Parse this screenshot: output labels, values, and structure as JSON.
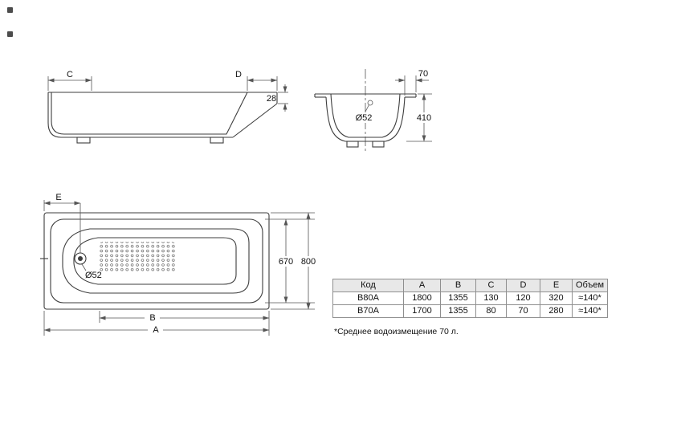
{
  "side_view": {
    "label_c": "C",
    "label_d": "D",
    "label_rim_height": "28"
  },
  "end_view": {
    "label_rim_width": "70",
    "label_height": "410",
    "label_drain": "Ø52"
  },
  "top_view": {
    "label_e": "E",
    "label_drain": "Ø52",
    "label_inner_width": "670",
    "label_outer_width": "800",
    "label_b": "B",
    "label_a": "A"
  },
  "table": {
    "headers": [
      "Код",
      "A",
      "B",
      "C",
      "D",
      "E",
      "Объем"
    ],
    "rows": [
      {
        "code": "B80A",
        "a": "1800",
        "b": "1355",
        "c": "130",
        "d": "120",
        "e": "320",
        "volume": "≈140*"
      },
      {
        "code": "B70A",
        "a": "1700",
        "b": "1355",
        "c": "80",
        "d": "70",
        "e": "280",
        "volume": "≈140*"
      }
    ],
    "footnote": "*Среднее водоизмещение 70 л."
  },
  "colors": {
    "object_line": "#3d3d3d",
    "dimension_line": "#555555",
    "text": "#111111",
    "table_border": "#8f8f8f",
    "table_header_bg": "#e8e8e8"
  }
}
